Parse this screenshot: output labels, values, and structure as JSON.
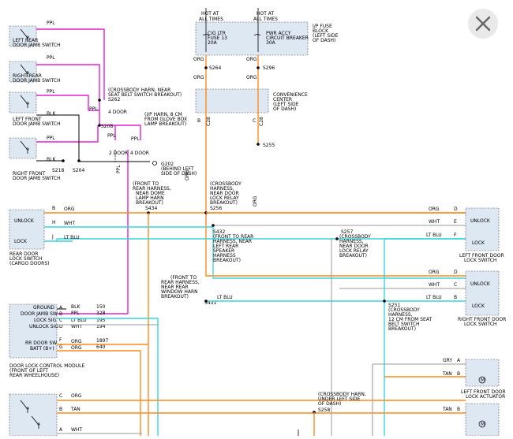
{
  "colors": {
    "ppl": "#e022d6",
    "org": "#ff8a1a",
    "blu": "#39d4dc",
    "blk": "#333333",
    "gry": "#9a9a9a",
    "box": "#dde8f3"
  },
  "close_icon": "close-icon",
  "labels": {
    "hot1": "HOT AT",
    "hot1b": "ALL TIMES",
    "hot2": "HOT AT",
    "hot2b": "ALL TIMES",
    "ipf1": "I/P FUSE",
    "ipf2": "BLOCK",
    "ipf3": "(LEFT SIDE",
    "ipf4": "OF DASH)",
    "cig1": "CIG LTR",
    "cig2": "FUSE 13",
    "cig3": "20A",
    "pwr1": "PWR ACCY",
    "pwr2": "CIRCUIT BREAKER",
    "pwr3": "30A",
    "conv1": "CONVENIENCE",
    "conv2": "CENTER",
    "conv3": "(LEFT SIDE",
    "conv4": "OF DASH)",
    "org_a": "ORG",
    "org_b": "ORG",
    "org_c": "ORG",
    "org_d": "ORG",
    "s264": "S264",
    "s296": "S296",
    "b1": "B",
    "c1": "C",
    "c28": "C28",
    "s255": "S255",
    "lr1": "LEFT REAR",
    "lr2": "DOOR JAMB SWITCH",
    "rr1": "RIGHT REAR",
    "rr2": "DOOR JAMB SWITCH",
    "lf1": "LEFT FRONT",
    "lf2": "DOOR JAMB SWITCH",
    "rf1": "RIGHT FRONT",
    "rf2": "DOOR JAMB SWITCH",
    "ppl1": "PPL",
    "ppl2": "PPL",
    "ppl3": "PPL",
    "ppl4": "PPL",
    "ppl5": "PPL",
    "ppl6": "PPL",
    "ppl7": "PPL",
    "ppl8": "PPL",
    "blk1": "BLK",
    "blk2": "BLK",
    "cb1": "(CROSSBODY HARN, NEAR",
    "cb2": "SEAT BELT SWITCH BREAKOUT)",
    "s262": "S262",
    "door4a": "4 DOOR",
    "s208": "S208",
    "iph1": "(I/P HARN, 8 CM",
    "iph2": "FROM GLOVE BOX",
    "iph3": "LAMP BREAKOUT)",
    "door2": "2 DOOR",
    "door4b": "4 DOOR",
    "g202": "G202",
    "g202b": "(BEHIND LEFT",
    "g202c": "SIDE OF DASH)",
    "s218": "S218",
    "s204": "S204",
    "fr1": "(FRONT TO",
    "fr2": "REAR HARNESS,",
    "fr3": "NEAR DOME",
    "fr4": "LAMP HARN",
    "fr5": "BREAKOUT)",
    "s434": "S434",
    "xb1": "(CROSSBODY",
    "xb2": "HARNESS,",
    "xb3": "NEAR DOOR",
    "xb4": "LOCK RELAY",
    "xb5": "BREAKOUT)",
    "s256": "S256",
    "unlock1": "UNLOCK",
    "lock1": "LOCK",
    "b2": "B",
    "h1": "H",
    "j1": "J",
    "org_e": "ORG",
    "org_f": "ORG",
    "wht1": "WHT",
    "ltblu1": "LT BLU",
    "rdl1": "REAR DOOR",
    "rdl2": "LOCK SWITCH",
    "rdl3": "(CARGO DOORS)",
    "s432": "S432",
    "fr6": "(FRONT TO REAR",
    "fr7": "HARNESS, NEAR",
    "fr8": "LEFT REAR",
    "fr9": "SPEAKER",
    "fr10": "HARNESS",
    "fr11": "BREAKOUT)",
    "s257": "S257",
    "cb3": "(CROSSBODY",
    "cb4": "HARNESS,",
    "cb5": "NEAR DOOR",
    "cb6": "LOCK RELAY",
    "cb7": "BREAKOUT)",
    "org_g": "ORG",
    "wht2": "WHT",
    "ltblu2": "LT BLU",
    "d1": "D",
    "e1": "E",
    "f1": "F",
    "unlock2": "UNLOCK",
    "lock2": "LOCK",
    "lfl1": "LEFT FRONT DOOR",
    "lfl2": "LOCK SWITCH",
    "org_h": "ORG",
    "wht3": "WHT",
    "ltblu3": "LT BLU",
    "d2": "D",
    "c2": "C",
    "b3": "B",
    "unlock3": "UNLOCK",
    "lock3": "LOCK",
    "rfl1": "RIGHT FRONT DOOR",
    "rfl2": "LOCK SWITCH",
    "fr12": "(FRONT TO",
    "fr13": "REAR HARNESS,",
    "fr14": "NEAR REAR",
    "fr15": "WINDOW HARN",
    "fr16": "BREAKOUT)",
    "s431": "S431",
    "ltblu4": "LT BLU",
    "s251": "S251",
    "cb8": "(CROSSBODY",
    "cb9": "HARNESS,",
    "cb10": "12 CM FROM SEAT",
    "cb11": "BELT SWITCH",
    "cb12": "BREAKOUT)",
    "ground": "GROUND",
    "jamb": "DOOR JAMB SW",
    "locksig": "LOCK SIG",
    "unlocksig": "UNLOCK SIG",
    "rrdoor": "RR DOOR SW",
    "batt": "BATT (B+)",
    "pA": "A",
    "pB": "B",
    "pC": "C",
    "pD": "D",
    "pF": "F",
    "pG": "G",
    "wblk": "BLK",
    "wppl": "PPL",
    "wltblu": "LT BLU",
    "wwht": "WHT",
    "worg1": "ORG",
    "worg2": "ORG",
    "n150": "150",
    "n328": "328",
    "n195": "195",
    "n194": "194",
    "n1897": "1897",
    "n640": "640",
    "dlm1": "DOOR LOCK CONTROL MODULE",
    "dlm2": "(FRONT OF LEFT",
    "dlm3": "REAR WHEELHOUSE)",
    "gry1": "GRY",
    "tan1": "TAN",
    "pA2": "A",
    "pB2": "B",
    "m1": "M",
    "lfa1": "LEFT FRONT DOOR",
    "lfa2": "LOCK ACTUATOR",
    "cb13": "(CROSSBODY HARN,",
    "cb14": "UNDER LEFT SIDE",
    "cb15": "OF DASH)",
    "s258": "S258",
    "pC2": "C",
    "pB4": "B",
    "pA4": "A",
    "org_i": "ORG",
    "tan2": "TAN",
    "wht4": "WHT",
    "tan3": "TAN",
    "pB3": "B",
    "m2": "M"
  }
}
